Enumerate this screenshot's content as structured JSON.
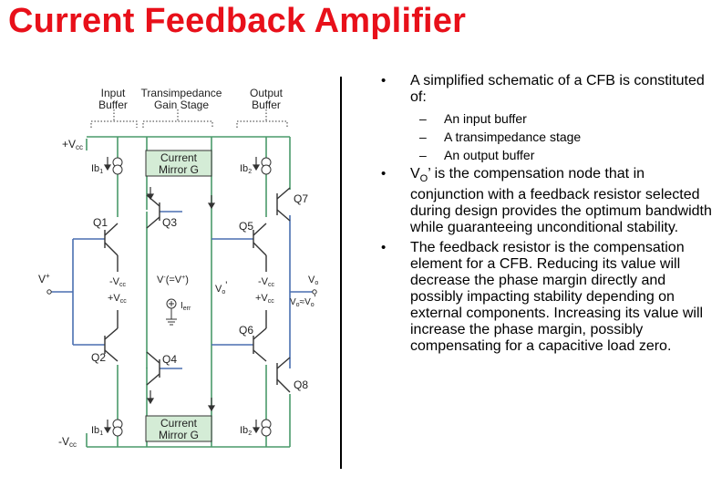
{
  "slide": {
    "title": "Current Feedback Amplifier"
  },
  "schematic": {
    "header_input": [
      "Input",
      "Buffer"
    ],
    "header_transimpedance": [
      "Transimpedance",
      "Gain Stage"
    ],
    "header_output": [
      "Output",
      "Buffer"
    ],
    "vcc_top": "+V",
    "vcc_sub": "cc",
    "vcc_bottom": "-V",
    "mirror_top": [
      "Current",
      "Mirror G"
    ],
    "mirror_bottom": [
      "Current",
      "Mirror G"
    ],
    "ib1_top": "Ib",
    "ib1_sub": "1",
    "ib2_top": "Ib",
    "ib2_sub": "2",
    "ib1_bottom": "Ib",
    "ib2_bottom": "Ib",
    "q1": "Q1",
    "q2": "Q2",
    "q3": "Q3",
    "q4": "Q4",
    "q5": "Q5",
    "q6": "Q6",
    "q7": "Q7",
    "q8": "Q8",
    "vplus": "V",
    "vplus_sup": "+",
    "neg_vcc_left": "-V",
    "pos_vcc_left": "+V",
    "vminus": "V",
    "vminus_sup": "-",
    "vminus_eq": "(=V",
    "vminus_eq_sup": "+",
    "vminus_close": ")",
    "ierr": "I",
    "ierr_sub": "err",
    "vo_prime": "V",
    "vo_prime_sub": "o",
    "vo_prime_mark": "'",
    "neg_vcc_right": "-V",
    "pos_vcc_right": "+V",
    "vo_out": "V",
    "vo_out_sub": "o",
    "vo_approx": "V",
    "vo_approx_rest": "≈V"
  },
  "bullets": {
    "b1": "A simplified schematic of a CFB is constituted of:",
    "sub_items": [
      "An input buffer",
      "A transimpedance stage",
      "An output buffer"
    ],
    "b2_v": "V",
    "b2_sub": "O",
    "b2_rest": "’ is the compensation node that in conjunction with a feedback resistor selected during design provides the optimum bandwidth while guaranteeing unconditional stability.",
    "b3": "The feedback resistor is the compensation element for a CFB. Reducing its value will decrease the phase margin directly and possibly impacting stability depending on external components.  Increasing its value will increase the phase margin, possibly compensating for a capacitive load zero.",
    "bullet_char": "•",
    "dash_char": "–"
  },
  "colors": {
    "title": "#e8101a",
    "wire_green": "#4a9a6a",
    "wire_blue": "#4a6fb0",
    "mirror_fill": "#d4ecd6"
  }
}
